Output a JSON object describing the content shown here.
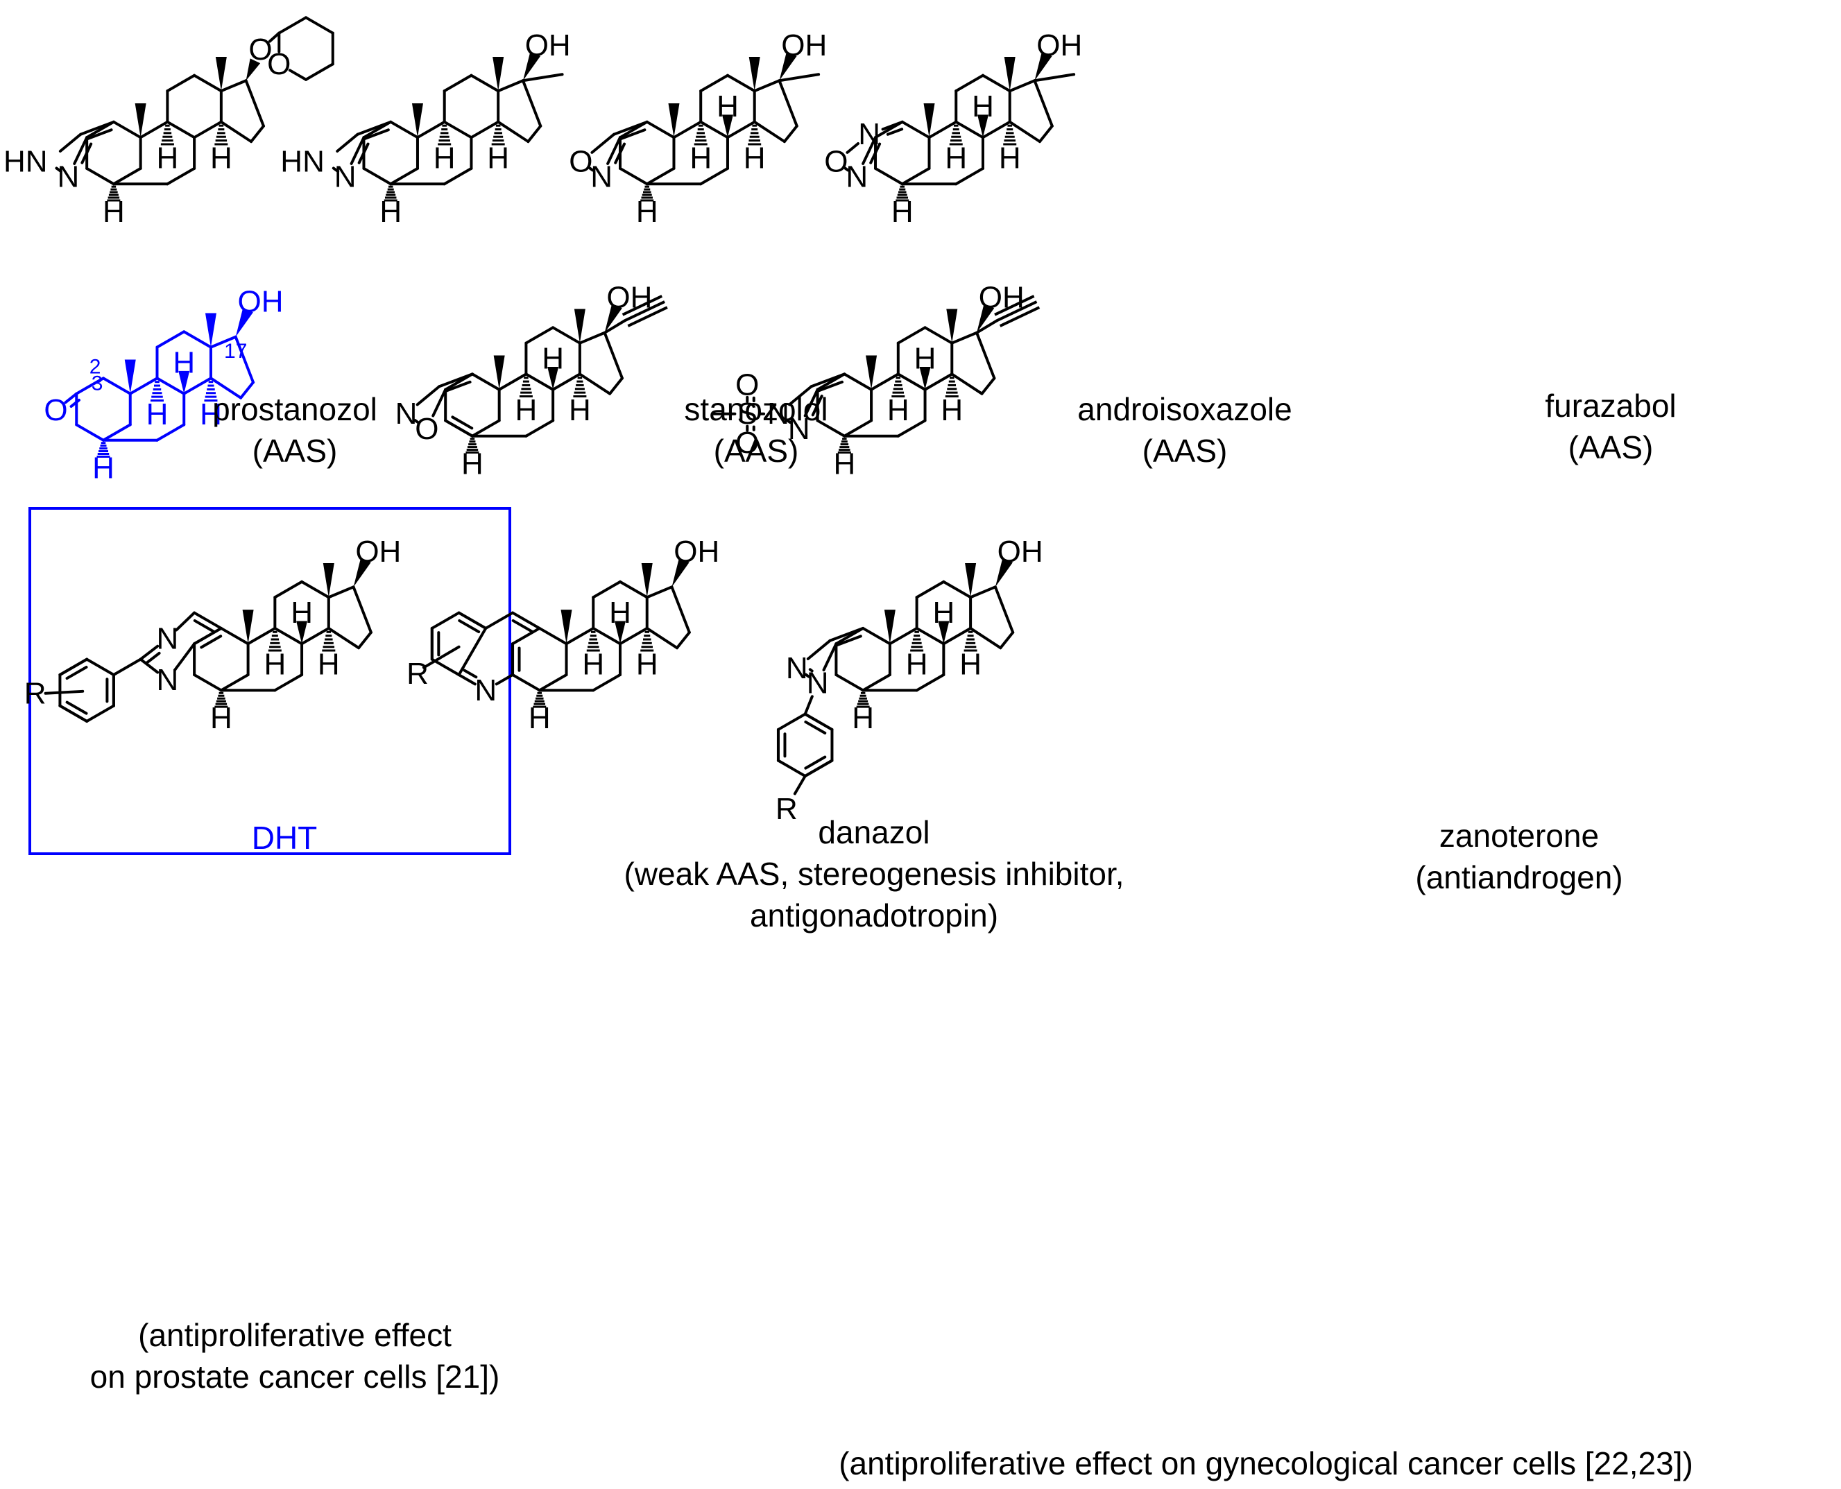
{
  "atoms": {
    "OH": "OH",
    "O": "O",
    "H": "H",
    "N": "N",
    "HN": "HN",
    "S": "S",
    "R": "R",
    "n2": "2",
    "n3": "3",
    "n17": "17"
  },
  "colors": {
    "ink": "#000000",
    "highlight": "#0000ff"
  },
  "compounds": [
    {
      "id": "prostanozol",
      "name": "prostanozol",
      "note": "(AAS)"
    },
    {
      "id": "stanozolol",
      "name": "stanozolol",
      "note": "(AAS)"
    },
    {
      "id": "androisoxazole",
      "name": "androisoxazole",
      "note": "(AAS)"
    },
    {
      "id": "furazabol",
      "name": "furazabol",
      "note": "(AAS)"
    },
    {
      "id": "dht",
      "name": "DHT",
      "highlighted": true
    },
    {
      "id": "danazol",
      "name": "danazol",
      "note_lines": [
        "(weak AAS, stereogenesis inhibitor,",
        "antigonadotropin)"
      ]
    },
    {
      "id": "zanoterone",
      "name": "zanoterone",
      "note": "(antiandrogen)"
    },
    {
      "id": "pyrimidine-analog",
      "note_lines": [
        "(antiproliferative effect",
        "on prostate cancer cells [21])"
      ]
    },
    {
      "id": "quinoline-analog"
    },
    {
      "id": "pyrazole-aryl-analog"
    }
  ],
  "shared_note": "(antiproliferative effect on gynecological cancer cells [22,23])"
}
